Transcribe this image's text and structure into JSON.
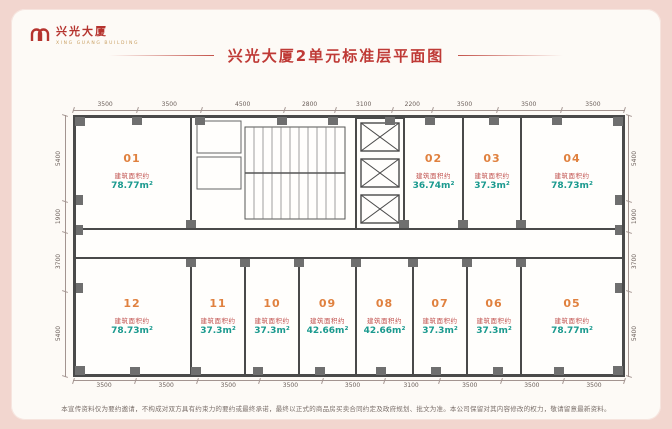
{
  "page": {
    "logo": {
      "name": "兴光大厦",
      "subtitle": "XING GUANG BUILDING"
    },
    "title": "兴光大厦2单元标准层平面图",
    "disclaimer": "本宣传资料仅为要约邀请，不构成对双方具有约束力的要约或最终承诺，最终以正式的商品房买卖合同约定及政府规划、批文为准。本公司保留对其内容修改的权力，敬请留意最新资料。"
  },
  "plan": {
    "area_label": "建筑面积约",
    "units": [
      {
        "number": "01",
        "area": "78.77m²"
      },
      {
        "number": "02",
        "area": "36.74m²"
      },
      {
        "number": "03",
        "area": "37.3m²"
      },
      {
        "number": "04",
        "area": "78.73m²"
      },
      {
        "number": "05",
        "area": "78.77m²"
      },
      {
        "number": "06",
        "area": "37.3m²"
      },
      {
        "number": "07",
        "area": "37.3m²"
      },
      {
        "number": "08",
        "area": "42.66m²"
      },
      {
        "number": "09",
        "area": "42.66m²"
      },
      {
        "number": "10",
        "area": "37.3m²"
      },
      {
        "number": "11",
        "area": "37.3m²"
      },
      {
        "number": "12",
        "area": "78.73m²"
      }
    ],
    "dims": {
      "top": [
        "3500",
        "3500",
        "4500",
        "2800",
        "3100",
        "2200",
        "3500",
        "3500",
        "3500"
      ],
      "bottom": [
        "3500",
        "3500",
        "3500",
        "3500",
        "3500",
        "3100",
        "3500",
        "3500",
        "3500"
      ],
      "left": [
        "5400",
        "1900",
        "3700",
        "5400"
      ],
      "right": [
        "5400",
        "1900",
        "3700",
        "5400"
      ]
    }
  },
  "colors": {
    "title_red": "#bf3a36",
    "unit_orange": "#e0813f",
    "area_teal": "#1b9a8f",
    "background_pink": "#f2d6cf"
  }
}
